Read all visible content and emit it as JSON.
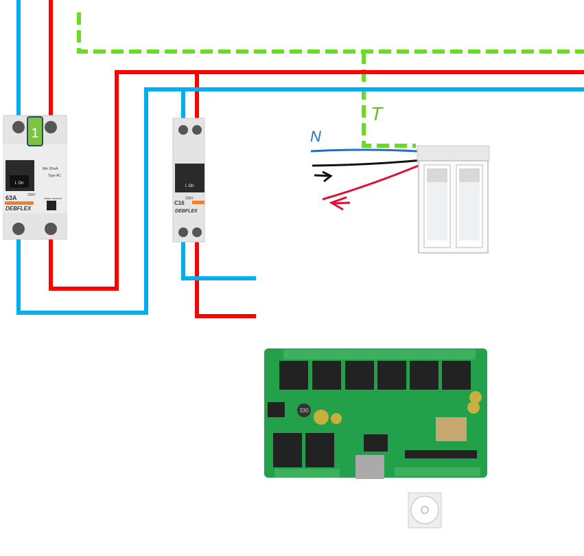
{
  "colors": {
    "neutral": "#00aeef",
    "live": "#ff0000",
    "earth": "#66dd22",
    "pcb": "#22a04a",
    "label_box": "#7dc242"
  },
  "rcd": {
    "badge": "1",
    "rating": "63A",
    "voltage": "230V",
    "brand": "DEBFLEX",
    "switch_label": "I. On",
    "sensitivity": "Min 30mA",
    "type": "Type AC",
    "test": "Tester souvent"
  },
  "mcb": {
    "rating": "C16",
    "voltage": "230V",
    "brand": "DEBFLEX",
    "switch_label": "I. On"
  },
  "annotations": {
    "neutral": "N",
    "earth": "T"
  },
  "pcb": {
    "inductor": "330"
  },
  "icons": {
    "window": "window-icon",
    "relay_board": "relay-board-icon",
    "wall_switch": "wall-switch-icon"
  }
}
